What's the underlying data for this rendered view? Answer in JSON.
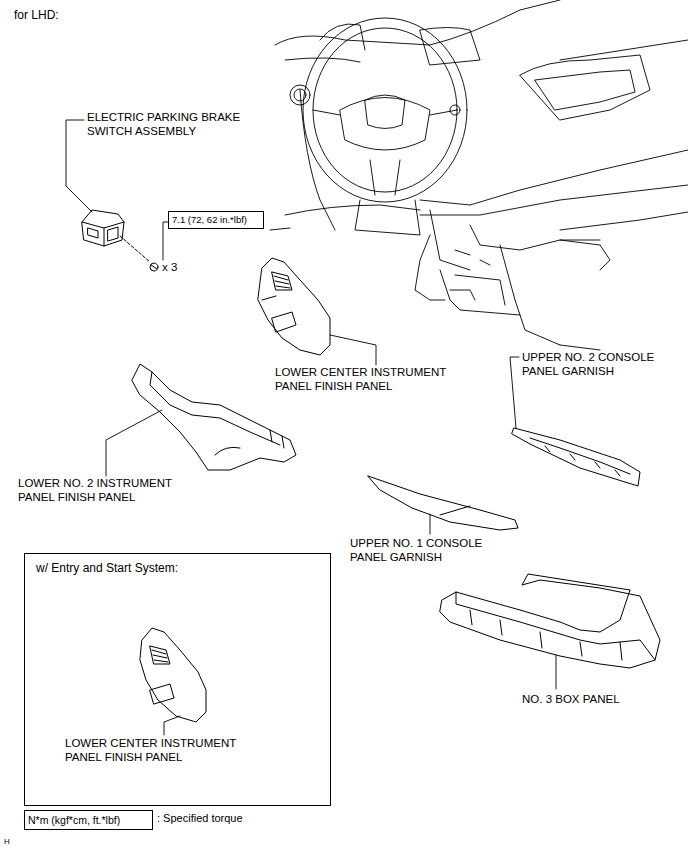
{
  "diagram": {
    "nodes": [
      {
        "text": [
          "w/ Entry and Start System:",
          "LOWER CENTER INSTRUMENT PANEL FINISH PANEL"
        ]
      },
      {
        "text": [
          "7.1 (72, 62 in.*lbf)"
        ]
      },
      {
        "text": [
          "N*m (kgf*cm, ft.*lbf)"
        ]
      }
    ],
    "labels": [
      "for LHD:",
      "ELECTRIC PARKING BRAKE SWITCH ASSEMBLY",
      "x 3",
      "LOWER CENTER INSTRUMENT PANEL FINISH PANEL",
      "UPPER NO. 2 CONSOLE PANEL GARNISH",
      "LOWER NO. 2 INSTRUMENT PANEL FINISH PANEL",
      "UPPER NO. 1 CONSOLE PANEL GARNISH",
      "NO. 3 BOX PANEL",
      ": Specified torque",
      "H"
    ]
  }
}
